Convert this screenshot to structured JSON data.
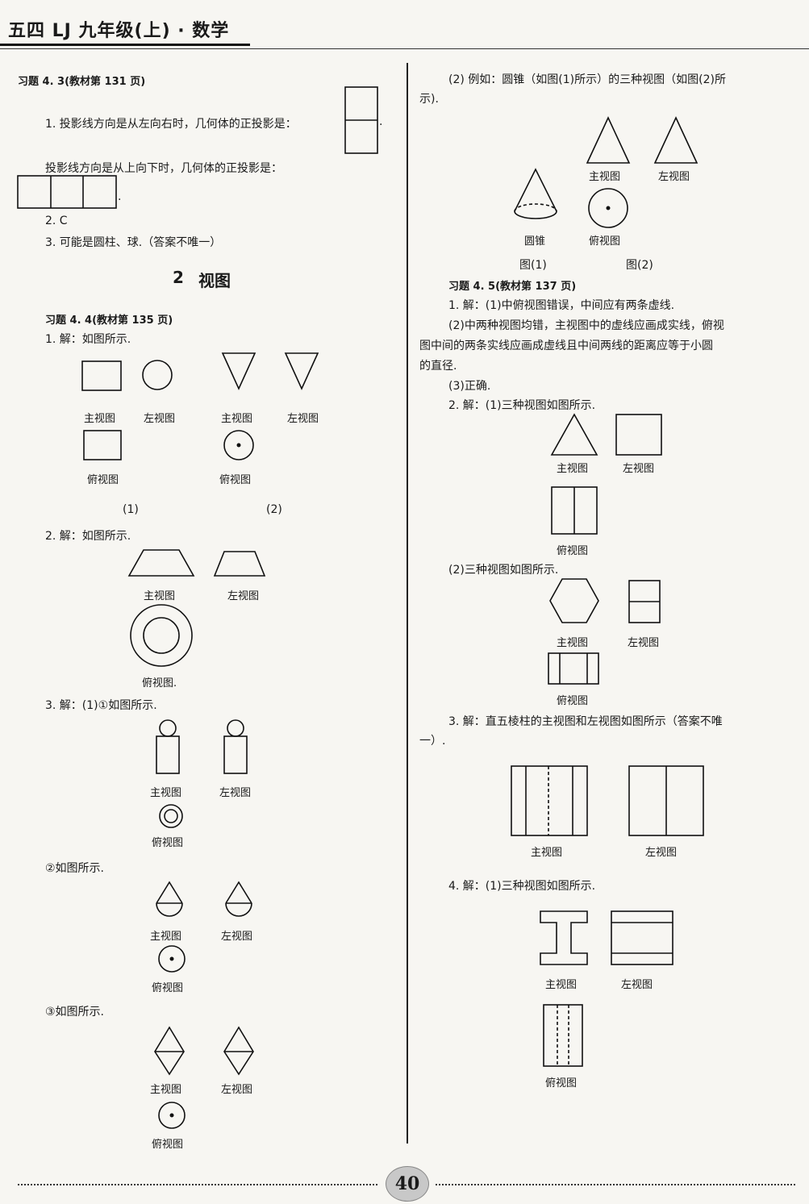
{
  "header": {
    "title": "五四 LJ 九年级(上) · 数学"
  },
  "page_number": "40",
  "left": {
    "ex43_title": "习题 4. 3(教材第 131 页)",
    "ex43_q1a": "1. 投影线方向是从左向右时，几何体的正投影是：",
    "ex43_q1b": "投影线方向是从上向下时，几何体的正投影是：",
    "ex43_q2": "2. C",
    "ex43_q3": "3. 可能是圆柱、球.（答案不唯一）",
    "section_num": "2",
    "section_title": "视图",
    "ex44_title": "习题 4. 4(教材第 135 页)",
    "ex44_q1": "1. 解：如图所示.",
    "ex44_q2": "2. 解：如图所示.",
    "ex44_q3": "3. 解：(1)①如图所示.",
    "ex44_q3b": "②如图所示.",
    "ex44_q3c": "③如图所示.",
    "fig_label_1": "(1)",
    "fig_label_2": "(2)"
  },
  "right": {
    "cone_text1": "(2) 例如：圆锥（如图(1)所示）的三种视图（如图(2)所",
    "cone_text2": "示).",
    "fig1": "图(1)",
    "fig2": "图(2)",
    "cone": "圆锥",
    "ex45_title": "习题 4. 5(教材第 137 页)",
    "ex45_q1a": "1. 解：(1)中俯视图错误，中间应有两条虚线.",
    "ex45_q1b": "(2)中两种视图均错，主视图中的虚线应画成实线，俯视",
    "ex45_q1c": "图中间的两条实线应画成虚线且中间两线的距离应等于小圆",
    "ex45_q1d": "的直径.",
    "ex45_q1e": "(3)正确.",
    "ex45_q2": "2. 解：(1)三种视图如图所示.",
    "ex45_q2b": "(2)三种视图如图所示.",
    "ex45_q3a": "3. 解：直五棱柱的主视图和左视图如图所示（答案不唯",
    "ex45_q3b": "一）.",
    "ex45_q4": "4. 解：(1)三种视图如图所示."
  },
  "labels": {
    "front": "主视图",
    "left": "左视图",
    "top": "俯视图",
    "top_alt": "俯视图."
  }
}
